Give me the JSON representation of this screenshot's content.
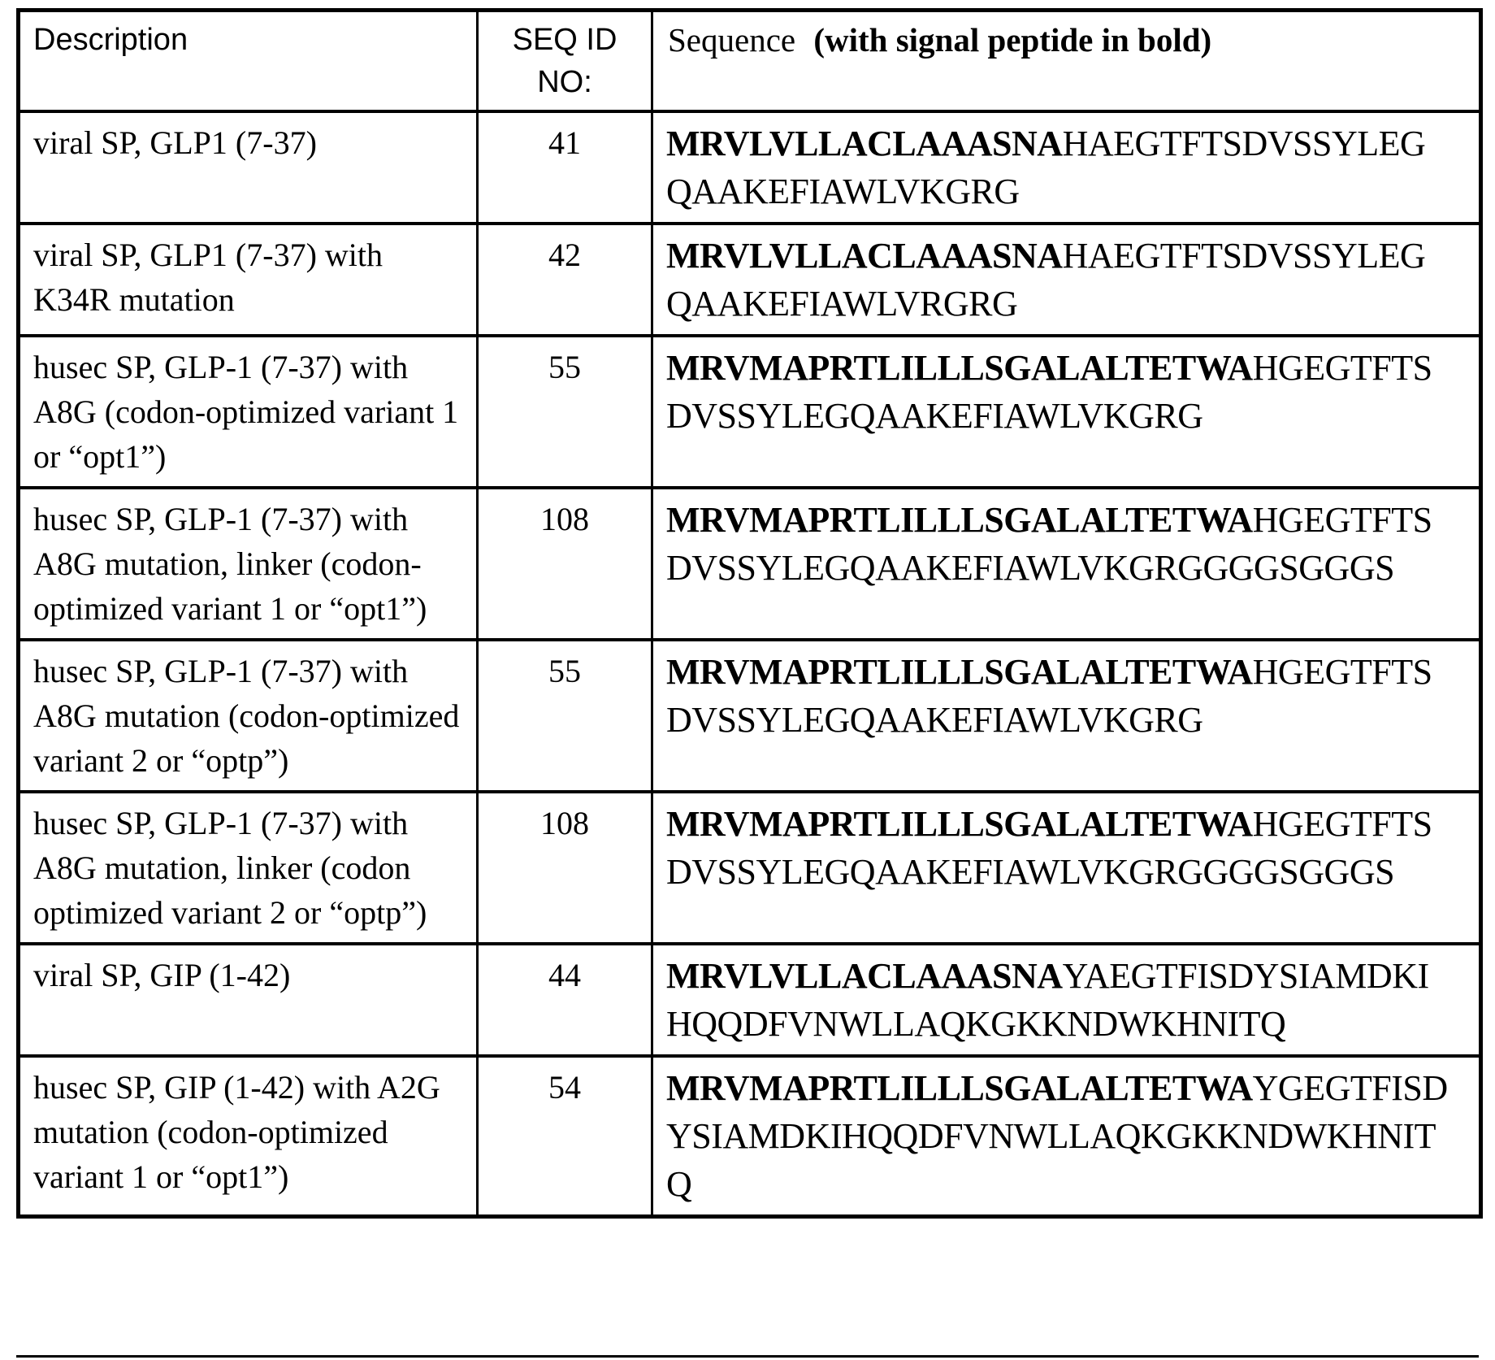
{
  "colors": {
    "text": "#000000",
    "border": "#000000",
    "page_background": "#ffffff"
  },
  "table": {
    "headers": {
      "description": "Description",
      "seq_id": "SEQ ID NO:",
      "sequence_label": "Sequence",
      "sequence_note": "(with signal peptide in bold)"
    },
    "rows": [
      {
        "description": "viral SP, GLP1 (7-37)",
        "seq_id": "41",
        "sequence_segments": [
          {
            "text": "MRVLVLLACLAAASNA",
            "bold": true
          },
          {
            "text": "HAEGTFTSDVSSYLEGQAAKEFIAWLVKGRG",
            "bold": false
          }
        ]
      },
      {
        "description": "viral SP, GLP1 (7-37) with K34R mutation",
        "seq_id": "42",
        "sequence_segments": [
          {
            "text": "MRVLVLLACLAAASNA",
            "bold": true
          },
          {
            "text": "HAEGTFTSDVSSYLEGQAAKEFIAWLVRGRG",
            "bold": false
          }
        ]
      },
      {
        "description": "husec SP, GLP-1 (7-37) with A8G (codon-optimized variant 1 or “opt1”)",
        "seq_id": "55",
        "sequence_segments": [
          {
            "text": "MRVMAPRTLILLLSGALALTETWA",
            "bold": true
          },
          {
            "text": "HGEGTFTSDVSSYLEGQAAKEFIAWLVKGRG",
            "bold": false
          }
        ]
      },
      {
        "description": "husec SP, GLP-1 (7-37) with A8G mutation, linker (codon-optimized variant 1 or “opt1”)",
        "seq_id": "108",
        "sequence_segments": [
          {
            "text": "MRVMAPRTLILLLSGALALTETWA",
            "bold": true
          },
          {
            "text": "HGEGTFTSDVSSYLEGQAAKEFIAWLVKGRGGGGSGGGS",
            "bold": false
          }
        ]
      },
      {
        "description": "husec SP, GLP-1 (7-37) with A8G mutation (codon-optimized variant 2 or “optp”)",
        "seq_id": "55",
        "sequence_segments": [
          {
            "text": "MRVMAPRTLILLLSGALALTETWA",
            "bold": true
          },
          {
            "text": "HGEGTFTSDVSSYLEGQAAKEFIAWLVKGRG",
            "bold": false
          }
        ]
      },
      {
        "description": "husec SP, GLP-1 (7-37) with A8G mutation, linker (codon optimized variant 2 or “optp”)",
        "seq_id": "108",
        "sequence_segments": [
          {
            "text": "MRVMAPRTLILLLSGALALTETWA",
            "bold": true
          },
          {
            "text": "HGEGTFTSDVSSYLEGQAAKEFIAWLVKGRGGGGSGGGS",
            "bold": false
          }
        ]
      },
      {
        "description": "viral SP, GIP (1-42)",
        "seq_id": "44",
        "sequence_segments": [
          {
            "text": "MRVLVLLACLAAASNA",
            "bold": true
          },
          {
            "text": "YAEGTFISDYSIAMDKIHQQDFVNWLLAQKGKKNDWKHNITQ",
            "bold": false
          }
        ]
      },
      {
        "description": "husec SP, GIP (1-42) with A2G mutation (codon-optimized variant 1 or “opt1”)",
        "seq_id": "54",
        "sequence_segments": [
          {
            "text": "MRVMAPRTLILLLSGALALTETWA",
            "bold": true
          },
          {
            "text": "YGEGTFISDYSIAMDKIHQQDFVNWLLAQKGKKNDWKHNITQ",
            "bold": false
          }
        ]
      }
    ]
  }
}
